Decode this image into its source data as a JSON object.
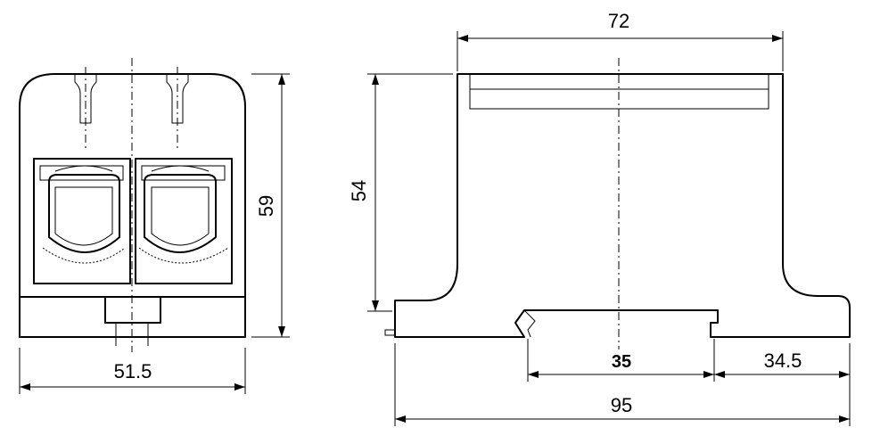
{
  "drawing": {
    "front_view": {
      "width_label": "51.5",
      "height_label": "59"
    },
    "side_view": {
      "top_width_label": "72",
      "height_label": "54",
      "rail_label": "35",
      "offset_label": "34.5",
      "overall_width_label": "95"
    },
    "colors": {
      "line": "#000000",
      "background": "#ffffff"
    }
  }
}
